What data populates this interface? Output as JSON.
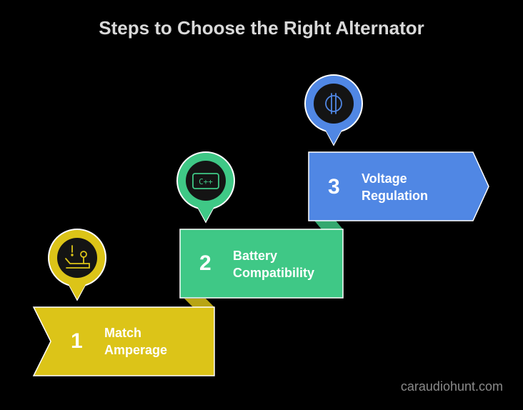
{
  "title": "Steps to Choose the Right Alternator",
  "steps": [
    {
      "number": "1",
      "line1": "Match",
      "line2": "Amperage",
      "color": "#dcc418",
      "icon": "battery-warning-icon"
    },
    {
      "number": "2",
      "line1": "Battery",
      "line2": "Compatibility",
      "color": "#3fc886",
      "icon": "compatibility-chip-icon"
    },
    {
      "number": "3",
      "line1": "Voltage",
      "line2": "Regulation",
      "color": "#5087e4",
      "icon": "voltage-regulation-icon"
    }
  ],
  "icon_labels": {
    "chip": "C++"
  },
  "footer": "caraudiohunt.com",
  "colors": {
    "background": "#000000",
    "title": "#d9d9d9",
    "connector_yellow": "#b8a414",
    "connector_green": "#34a86f",
    "footer": "#8a8a8a"
  }
}
